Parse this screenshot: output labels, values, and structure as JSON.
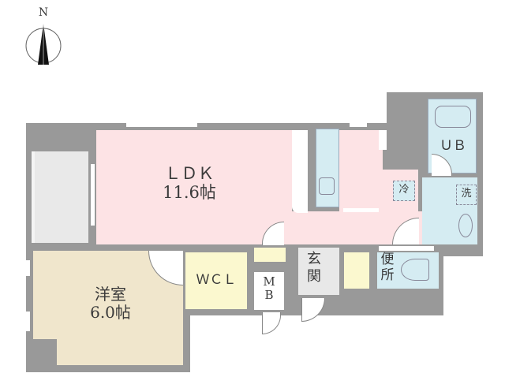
{
  "compass": {
    "label": "N",
    "icon": "north-arrow-icon"
  },
  "rooms": {
    "ldk": {
      "name": "ＬＤＫ",
      "size": "11.6帖",
      "color": "#fde3e5"
    },
    "western_room": {
      "name": "洋室",
      "size": "6.0帖",
      "color": "#f0e6cc"
    },
    "wcl": {
      "name": "ＷＣＬ",
      "color": "#fbf8cf"
    },
    "mb": {
      "name_line1": "M",
      "name_line2": "B"
    },
    "genkan": {
      "name_line1": "玄",
      "name_line2": "関",
      "color": "#e8e8e8"
    },
    "toilet": {
      "name_line1": "便",
      "name_line2": "所",
      "color": "#d5ecf2"
    },
    "unit_bath": {
      "name": "ＵＢ",
      "color": "#d5ecf2"
    },
    "fridge": {
      "label": "冷"
    },
    "washer": {
      "label": "洗"
    }
  },
  "colors": {
    "wall": "#999999",
    "water_area": "#d5ecf2"
  }
}
